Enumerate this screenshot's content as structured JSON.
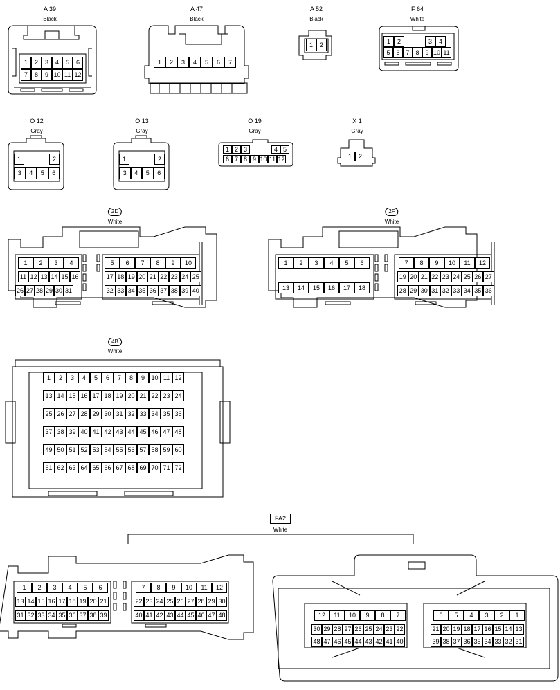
{
  "connectors": {
    "a39": {
      "name": "A 39",
      "color": "Black"
    },
    "a47": {
      "name": "A 47",
      "color": "Black"
    },
    "a52": {
      "name": "A 52",
      "color": "Black"
    },
    "f64": {
      "name": "F 64",
      "color": "White"
    },
    "o12": {
      "name": "O 12",
      "color": "Gray"
    },
    "o13": {
      "name": "O 13",
      "color": "Gray"
    },
    "o19": {
      "name": "O 19",
      "color": "Gray"
    },
    "x1": {
      "name": "X 1",
      "color": "Gray"
    },
    "c2d": {
      "name": "2D",
      "color": "White"
    },
    "c2f": {
      "name": "2F",
      "color": "White"
    },
    "c4b": {
      "name": "4B",
      "color": "White"
    },
    "fa2": {
      "name": "FA2",
      "color": "White"
    }
  }
}
